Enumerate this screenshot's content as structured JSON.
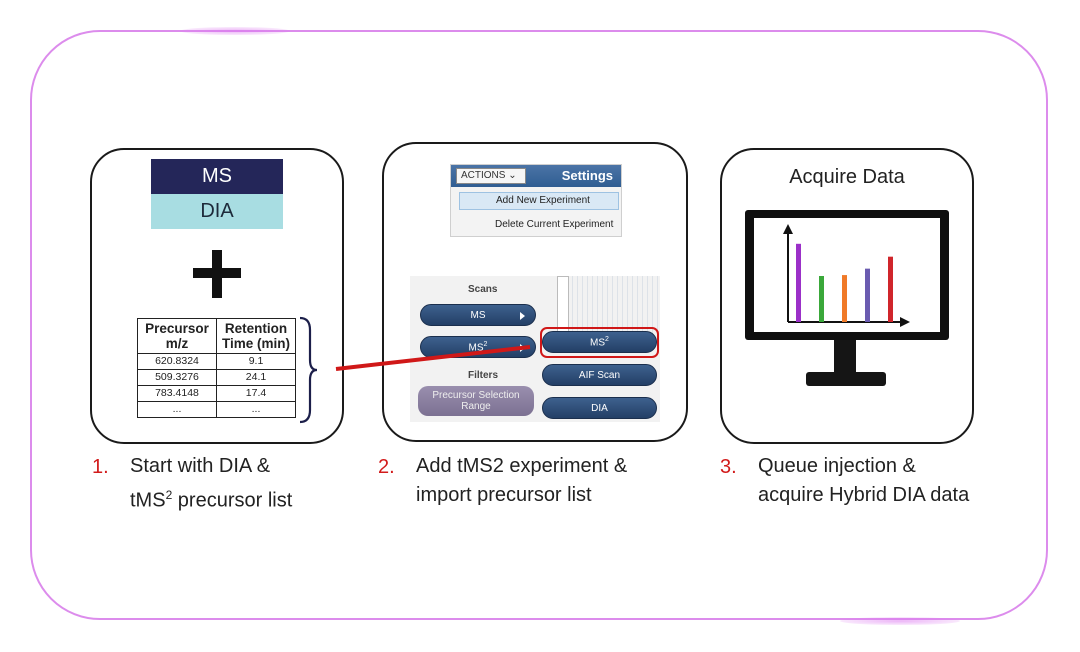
{
  "panel1": {
    "ms_label": "MS",
    "dia_label": "DIA",
    "table": {
      "headers": [
        [
          "Precursor",
          "m/z"
        ],
        [
          "Retention",
          "Time (min)"
        ]
      ],
      "rows": [
        [
          "620.8324",
          "9.1"
        ],
        [
          "509.3276",
          "24.1"
        ],
        [
          "783.4148",
          "17.4"
        ],
        [
          "...",
          "..."
        ]
      ]
    }
  },
  "panel2": {
    "actions_label": "ACTIONS",
    "settings_label": "Settings",
    "menu_items": [
      "Add New Experiment",
      "Delete Current Experiment"
    ],
    "scans_label": "Scans",
    "filters_label": "Filters",
    "ms_button": "MS",
    "ms2_button": "MS",
    "ms2_sup": "2",
    "ms2_right_button": "MS",
    "ms2_right_sup": "2",
    "aif_button": "AIF Scan",
    "dia_button": "DIA",
    "precursor_button_line1": "Precursor Selection",
    "precursor_button_line2": "Range"
  },
  "panel3": {
    "title": "Acquire Data",
    "chart_bars": [
      {
        "value": 0.85,
        "color": "#9b30c8"
      },
      {
        "value": 0.5,
        "color": "#3aa83a"
      },
      {
        "value": 0.51,
        "color": "#f07a28"
      },
      {
        "value": 0.58,
        "color": "#6a5bb0"
      },
      {
        "value": 0.71,
        "color": "#d0252b"
      }
    ]
  },
  "steps": [
    {
      "num": "1.",
      "line1": "Start with DIA &",
      "line2_pre": "tMS",
      "line2_sup": "2",
      "line2_post": " precursor list"
    },
    {
      "num": "2.",
      "line1": "Add tMS2 experiment &",
      "line2": "import precursor list"
    },
    {
      "num": "3.",
      "line1": "Queue injection &",
      "line2": "acquire Hybrid DIA data"
    }
  ],
  "colors": {
    "frame": "#dc8cec",
    "step_number": "#d21b1b",
    "connector": "#d01818",
    "ms_box": "#242659",
    "dia_box": "#a8dde2"
  }
}
